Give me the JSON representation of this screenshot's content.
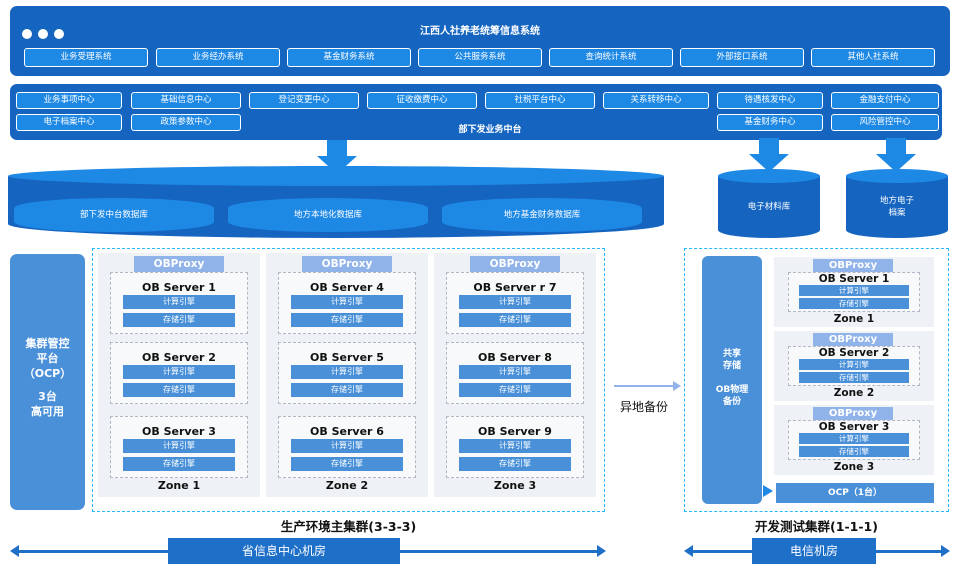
{
  "top": {
    "title": "江西人社养老统筹信息系统",
    "systems": [
      "业务受理系统",
      "业务经办系统",
      "基金财务系统",
      "公共服务系统",
      "查询统计系统",
      "外部接口系统",
      "其他人社系统"
    ]
  },
  "middle": {
    "label": "部下发业务中台",
    "row1": [
      "业务事项中心",
      "基础信息中心",
      "登记变更中心",
      "征收缴费中心",
      "社税平台中心",
      "关系转移中心",
      "待遇核发中心",
      "金融支付中心"
    ],
    "row2_left": [
      "电子档案中心",
      "政策参数中心"
    ],
    "row2_right": [
      "基金财务中心",
      "风险管控中心"
    ]
  },
  "databases": {
    "main": [
      "部下发中台数据库",
      "地方本地化数据库",
      "地方基金财务数据库"
    ],
    "e_material": "电子材料库",
    "e_archive_line1": "地方电子",
    "e_archive_line2": "档案"
  },
  "prod_cluster": {
    "ocp_lines": [
      "集群管控",
      "平台",
      "（OCP）",
      "3台",
      "高可用"
    ],
    "obproxy": "OBProxy",
    "engine_compute": "计算引擎",
    "engine_storage": "存储引擎",
    "zones": [
      {
        "name": "Zone 1",
        "servers": [
          "OB Server 1",
          "OB Server 2",
          "OB Server 3"
        ]
      },
      {
        "name": "Zone 2",
        "servers": [
          "OB Server 4",
          "OB Server 5",
          "OB Server 6"
        ]
      },
      {
        "name": "Zone 3",
        "servers": [
          "OB Server r 7",
          "OB Server 8",
          "OB Server 9"
        ]
      }
    ],
    "caption": "生产环境主集群(3-3-3)"
  },
  "backup_label": "异地备份",
  "dev_cluster": {
    "shared_lines": [
      "共享",
      "存储",
      "",
      "OB物理",
      "备份"
    ],
    "zones": [
      {
        "name": "Zone 1",
        "server": "OB Server 1"
      },
      {
        "name": "Zone 2",
        "server": "OB Server 2"
      },
      {
        "name": "Zone 3",
        "server": "OB Server 3"
      }
    ],
    "ocp": "OCP（1台）",
    "caption": "开发测试集群(1-1-1)"
  },
  "rooms": {
    "left": "省信息中心机房",
    "right": "电信机房"
  },
  "colors": {
    "dark_blue": "#1565c0",
    "mid_blue": "#1e88e5",
    "light_blue": "#4a90d9",
    "proxy_blue": "#90b4ea"
  }
}
